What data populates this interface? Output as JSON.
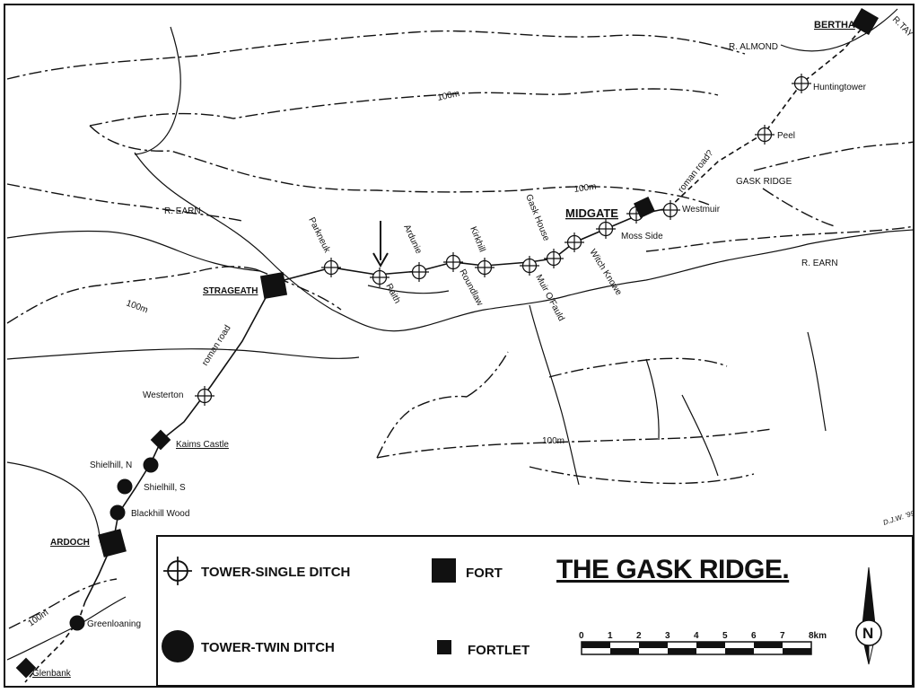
{
  "map": {
    "title": "THE GASK RIDGE.",
    "author_mark": "D.J.W. '99"
  },
  "places": {
    "bertha": "BERTHA",
    "tay": "R.TAY",
    "almond": "R. ALMOND",
    "huntingtower": "Huntingtower",
    "peel": "Peel",
    "gask_ridge": "GASK RIDGE",
    "westmuir": "Westmuir",
    "midgate": "MIDGATE",
    "moss_side": "Moss Side",
    "witch_knowe": "Witch Knowe",
    "gask_house": "Gask House",
    "muir_o_fauld": "Muir O'Fauld",
    "kirkhill": "Kirkhill",
    "roundlaw": "Roundlaw",
    "ardunie": "Ardunie",
    "raith": "Raith",
    "parkneuk": "Parkneuk",
    "strageath": "STRAGEATH",
    "earn_west": "R. EARN",
    "earn_east": "R. EARN",
    "westerton": "Westerton",
    "kaims_castle": "Kaims Castle",
    "shielhill_n": "Shielhill, N",
    "shielhill_s": "Shielhill, S",
    "blackhill_wood": "Blackhill Wood",
    "ardoch": "ARDOCH",
    "greenloaning": "Greenloaning",
    "glenbank": "Glenbank"
  },
  "labels": {
    "roman_road": "roman road",
    "roman_road_q": "roman road?",
    "contour_100m": "100m"
  },
  "legend": {
    "tower_single": "TOWER-SINGLE DITCH",
    "tower_twin": "TOWER-TWIN DITCH",
    "fort": "FORT",
    "fortlet": "FORTLET"
  },
  "scale_bar": {
    "ticks": [
      "0",
      "1",
      "2",
      "3",
      "4",
      "5",
      "6",
      "7",
      "8km"
    ],
    "segments": 8
  },
  "north": "N",
  "colors": {
    "ink": "#111111",
    "paper": "#ffffff"
  }
}
